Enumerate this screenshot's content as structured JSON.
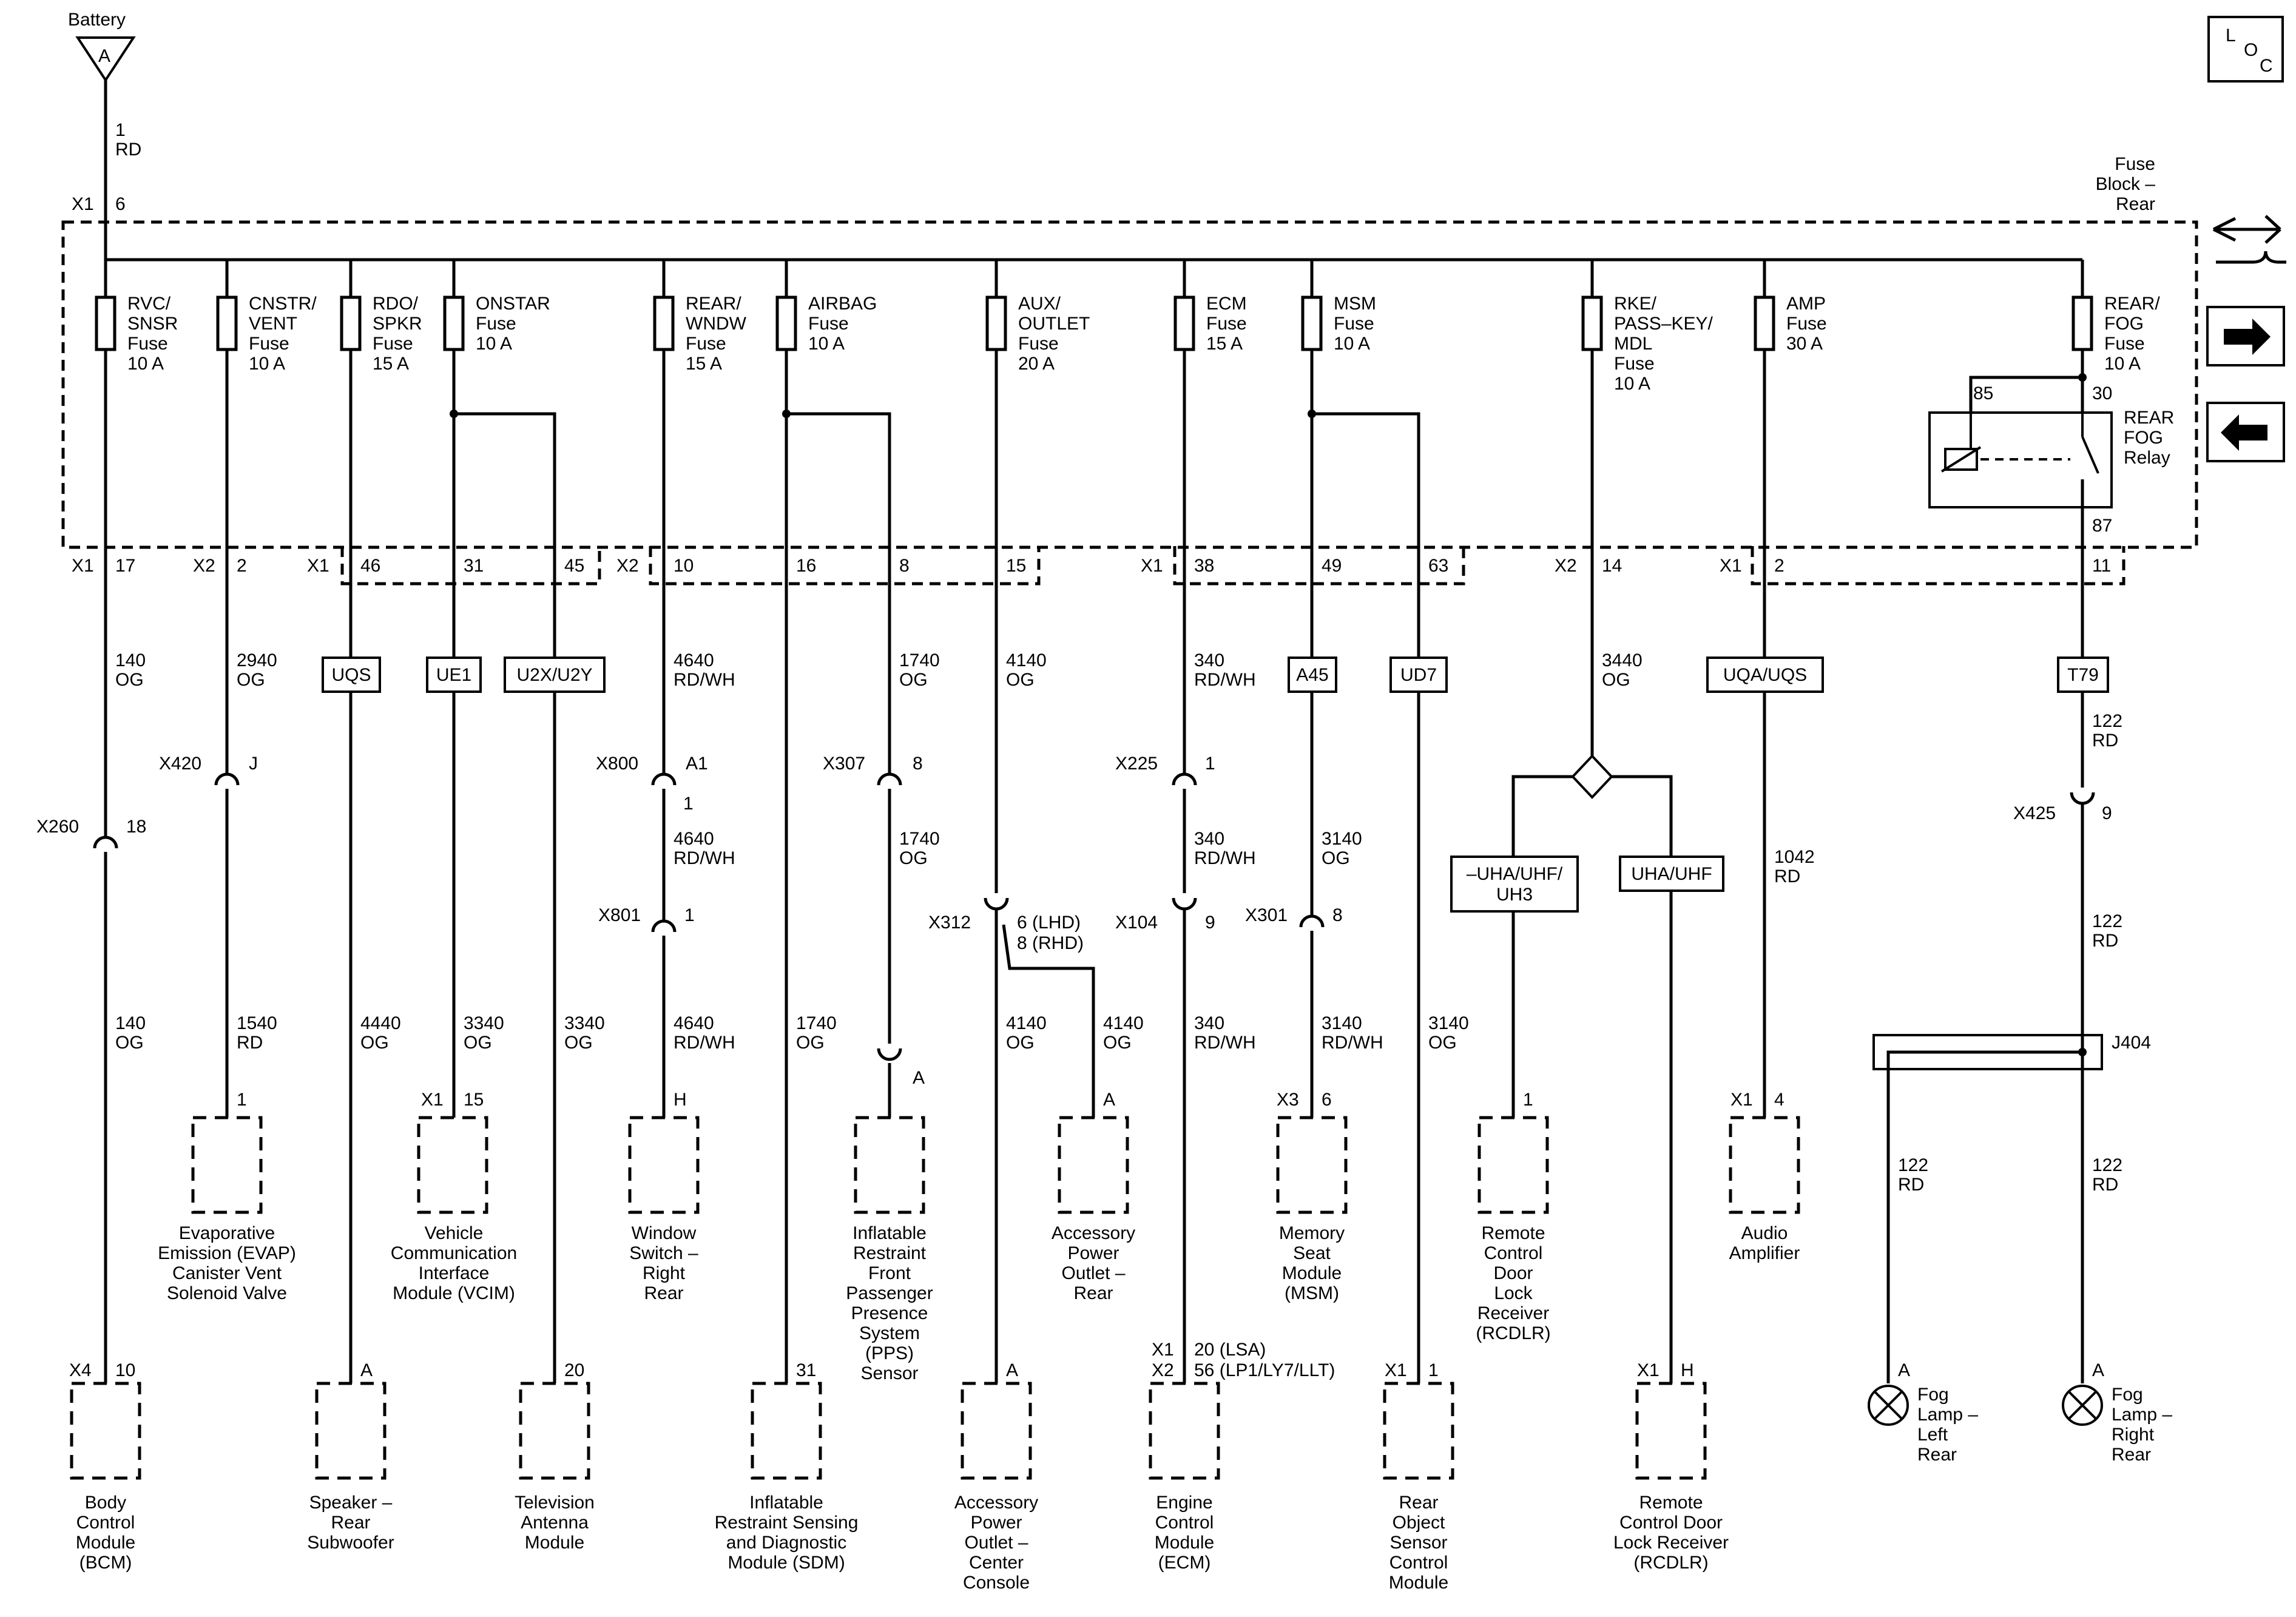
{
  "battery": {
    "label": "Battery",
    "letter": "A"
  },
  "loc_badge": {
    "l": "L",
    "o": "O",
    "c": "C"
  },
  "fuse_block": {
    "l1": "Fuse",
    "l2": "Block –",
    "l3": "Rear"
  },
  "main_feed": {
    "l1": "1",
    "l2": "RD",
    "conn": "X1",
    "pin": "6"
  },
  "fuses": [
    {
      "lines": [
        "RVC/",
        "SNSR",
        "Fuse",
        "10 A"
      ]
    },
    {
      "lines": [
        "CNSTR/",
        "VENT",
        "Fuse",
        "10 A"
      ]
    },
    {
      "lines": [
        "RDO/",
        "SPKR",
        "Fuse",
        "15 A"
      ]
    },
    {
      "lines": [
        "ONSTAR",
        "Fuse",
        "10 A"
      ]
    },
    {
      "lines": [
        "REAR/",
        "WNDW",
        "Fuse",
        "15 A"
      ]
    },
    {
      "lines": [
        "AIRBAG",
        "Fuse",
        "10 A"
      ]
    },
    {
      "lines": [
        "AUX/",
        "OUTLET",
        "Fuse",
        "20 A"
      ]
    },
    {
      "lines": [
        "ECM",
        "Fuse",
        "15 A"
      ]
    },
    {
      "lines": [
        "MSM",
        "Fuse",
        "10 A"
      ]
    },
    {
      "lines": [
        "RKE/",
        "PASS–KEY/",
        "MDL",
        "Fuse",
        "10 A"
      ]
    },
    {
      "lines": [
        "AMP",
        "Fuse",
        "30 A"
      ]
    },
    {
      "lines": [
        "REAR/",
        "FOG",
        "Fuse",
        "10 A"
      ]
    }
  ],
  "relay": {
    "lines": [
      "REAR",
      "FOG",
      "Relay"
    ],
    "pin85": "85",
    "pin30": "30",
    "pin87": "87"
  },
  "bottom_pins": [
    {
      "t": "X1"
    },
    {
      "t": "17"
    },
    {
      "t": "X2"
    },
    {
      "t": "2"
    },
    {
      "t": "X1"
    },
    {
      "t": "46"
    },
    {
      "t": "31"
    },
    {
      "t": "45"
    },
    {
      "t": "X2"
    },
    {
      "t": "10"
    },
    {
      "t": "16"
    },
    {
      "t": "8"
    },
    {
      "t": "15"
    },
    {
      "t": "X1"
    },
    {
      "t": "38"
    },
    {
      "t": "49"
    },
    {
      "t": "63"
    },
    {
      "t": "X2"
    },
    {
      "t": "14"
    },
    {
      "t": "X1"
    },
    {
      "t": "2"
    },
    {
      "t": "11"
    }
  ],
  "option_boxes": [
    "UQS",
    "UE1",
    "U2X/U2Y",
    "A45",
    "UD7",
    "UQA/UQS",
    "T79",
    "–UHA/UHF/",
    "UH3",
    "UHA/UHF"
  ],
  "wire_labels": [
    {
      "a": "140",
      "b": "OG"
    },
    {
      "a": "2940",
      "b": "OG"
    },
    {
      "a": "4640",
      "b": "RD/WH"
    },
    {
      "a": "1740",
      "b": "OG"
    },
    {
      "a": "4140",
      "b": "OG"
    },
    {
      "a": "340",
      "b": "RD/WH"
    },
    {
      "a": "3440",
      "b": "OG"
    },
    {
      "a": "122",
      "b": "RD"
    },
    {
      "a": "4640",
      "b": "RD/WH"
    },
    {
      "a": "1740",
      "b": "OG"
    },
    {
      "a": "340",
      "b": "RD/WH"
    },
    {
      "a": "3140",
      "b": "OG"
    },
    {
      "a": "1042",
      "b": "RD"
    },
    {
      "a": "122",
      "b": "RD"
    },
    {
      "a": "140",
      "b": "OG"
    },
    {
      "a": "1540",
      "b": "RD"
    },
    {
      "a": "4440",
      "b": "OG"
    },
    {
      "a": "3340",
      "b": "OG"
    },
    {
      "a": "3340",
      "b": "OG"
    },
    {
      "a": "4640",
      "b": "RD/WH"
    },
    {
      "a": "1740",
      "b": "OG"
    },
    {
      "a": "4140",
      "b": "OG"
    },
    {
      "a": "4140",
      "b": "OG"
    },
    {
      "a": "340",
      "b": "RD/WH"
    },
    {
      "a": "3140",
      "b": "RD/WH"
    },
    {
      "a": "3140",
      "b": "OG"
    },
    {
      "a": "122",
      "b": "RD"
    },
    {
      "a": "122",
      "b": "RD"
    }
  ],
  "inline_connectors": [
    {
      "t": "X420"
    },
    {
      "t": "J"
    },
    {
      "t": "X260"
    },
    {
      "t": "18"
    },
    {
      "t": "X800"
    },
    {
      "t": "A1"
    },
    {
      "t": "1"
    },
    {
      "t": "X801"
    },
    {
      "t": "1"
    },
    {
      "t": "X307"
    },
    {
      "t": "8"
    },
    {
      "t": "X312"
    },
    {
      "t": "6 (LHD)"
    },
    {
      "t": "8 (RHD)"
    },
    {
      "t": "X225"
    },
    {
      "t": "1"
    },
    {
      "t": "X104"
    },
    {
      "t": "9"
    },
    {
      "t": "X301"
    },
    {
      "t": "8"
    },
    {
      "t": "X425"
    },
    {
      "t": "9"
    },
    {
      "t": "A"
    },
    {
      "t": "J404"
    }
  ],
  "component_pins": [
    {
      "t": "1"
    },
    {
      "t": "X1"
    },
    {
      "t": "15"
    },
    {
      "t": "H"
    },
    {
      "t": "A"
    },
    {
      "t": "X3"
    },
    {
      "t": "6"
    },
    {
      "t": "1"
    },
    {
      "t": "X1"
    },
    {
      "t": "4"
    },
    {
      "t": "X4"
    },
    {
      "t": "10"
    },
    {
      "t": "A"
    },
    {
      "t": "20"
    },
    {
      "t": "31"
    },
    {
      "t": "A"
    },
    {
      "t": "X1"
    },
    {
      "t": "20 (LSA)"
    },
    {
      "t": "X2"
    },
    {
      "t": "56 (LP1/LY7/LLT)"
    },
    {
      "t": "X1"
    },
    {
      "t": "1"
    },
    {
      "t": "X1"
    },
    {
      "t": "H"
    },
    {
      "t": "A"
    },
    {
      "t": "A"
    }
  ],
  "components": [
    {
      "lines": [
        "Evaporative",
        "Emission (EVAP)",
        "Canister Vent",
        "Solenoid Valve"
      ]
    },
    {
      "lines": [
        "Vehicle",
        "Communication",
        "Interface",
        "Module (VCIM)"
      ]
    },
    {
      "lines": [
        "Window",
        "Switch –",
        "Right",
        "Rear"
      ]
    },
    {
      "lines": [
        "Inflatable",
        "Restraint",
        "Front",
        "Passenger",
        "Presence",
        "System",
        "(PPS)",
        "Sensor"
      ]
    },
    {
      "lines": [
        "Accessory",
        "Power",
        "Outlet –",
        "Rear"
      ]
    },
    {
      "lines": [
        "Memory",
        "Seat",
        "Module",
        "(MSM)"
      ]
    },
    {
      "lines": [
        "Remote",
        "Control",
        "Door",
        "Lock",
        "Receiver",
        "(RCDLR)"
      ]
    },
    {
      "lines": [
        "Audio",
        "Amplifier"
      ]
    },
    {
      "lines": [
        "Body",
        "Control",
        "Module",
        "(BCM)"
      ]
    },
    {
      "lines": [
        "Speaker –",
        "Rear",
        "Subwoofer"
      ]
    },
    {
      "lines": [
        "Television",
        "Antenna",
        "Module"
      ]
    },
    {
      "lines": [
        "Inflatable",
        "Restraint Sensing",
        "and Diagnostic",
        "Module (SDM)"
      ]
    },
    {
      "lines": [
        "Accessory",
        "Power",
        "Outlet –",
        "Center",
        "Console"
      ]
    },
    {
      "lines": [
        "Engine",
        "Control",
        "Module",
        "(ECM)"
      ]
    },
    {
      "lines": [
        "Rear",
        "Object",
        "Sensor",
        "Control",
        "Module"
      ]
    },
    {
      "lines": [
        "Remote",
        "Control Door",
        "Lock Receiver",
        "(RCDLR)"
      ]
    },
    {
      "lines": [
        "Fog",
        "Lamp –",
        "Left",
        "Rear"
      ]
    },
    {
      "lines": [
        "Fog",
        "Lamp –",
        "Right",
        "Rear"
      ]
    }
  ],
  "nav_icons": [
    "wrench-icon",
    "arrow-right-icon",
    "arrow-left-icon"
  ]
}
